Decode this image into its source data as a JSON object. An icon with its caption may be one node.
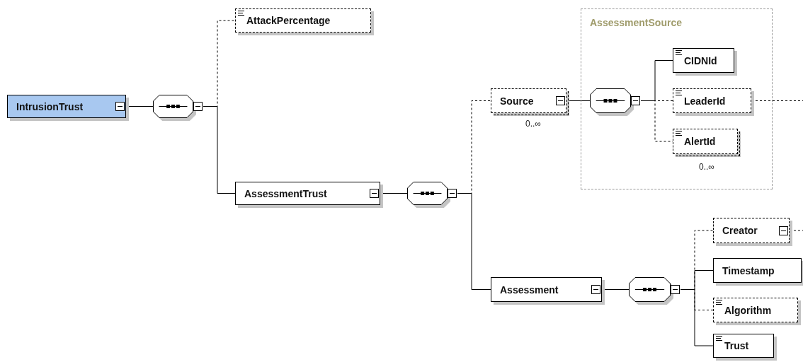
{
  "diagram": {
    "nodes": [
      {
        "text": [
          "IntrusionTrust"
        ]
      },
      {
        "text": [],
        "shape": "octagon"
      },
      {
        "text": [
          "AttackPercentage"
        ]
      },
      {
        "text": [
          "AssessmentTrust"
        ]
      },
      {
        "text": [],
        "shape": "octagon"
      },
      {
        "text": [
          "Source"
        ],
        "beside": [
          "0..∞"
        ]
      },
      {
        "text": [
          "AssessmentSource"
        ]
      },
      {
        "text": [],
        "shape": "octagon",
        "in": 6
      },
      {
        "text": [
          "CIDNId"
        ],
        "in": 6
      },
      {
        "text": [
          "LeaderId"
        ],
        "in": 6
      },
      {
        "text": [
          "AlertId"
        ],
        "in": 6,
        "beside": [
          "0..∞"
        ]
      },
      {
        "text": [
          "Assessment"
        ]
      },
      {
        "text": [],
        "shape": "octagon"
      },
      {
        "text": [
          "Creator"
        ]
      },
      {
        "text": [
          "Timestamp"
        ]
      },
      {
        "text": [
          "Algorithm"
        ]
      },
      {
        "text": [
          "Trust"
        ]
      }
    ],
    "edges": [
      {
        "from": 0,
        "to": 1,
        "arrow": "none"
      },
      {
        "from": 1,
        "to": 2,
        "arrow": "none",
        "style": "dashed"
      },
      {
        "from": 1,
        "to": 3,
        "arrow": "none"
      },
      {
        "from": 3,
        "to": 4,
        "arrow": "none"
      },
      {
        "from": 4,
        "to": 5,
        "arrow": "none",
        "style": "dashed"
      },
      {
        "from": 5,
        "to": 7,
        "arrow": "none"
      },
      {
        "from": 7,
        "to": 8,
        "arrow": "none"
      },
      {
        "from": 7,
        "to": 9,
        "arrow": "none",
        "style": "dashed"
      },
      {
        "from": 7,
        "to": 10,
        "arrow": "none",
        "style": "dashed"
      },
      {
        "from": 9,
        "to": null,
        "arrow": "none",
        "style": "dashed"
      },
      {
        "from": 4,
        "to": 11,
        "arrow": "none"
      },
      {
        "from": 11,
        "to": 12,
        "arrow": "none"
      },
      {
        "from": 12,
        "to": 13,
        "arrow": "none",
        "style": "dashed"
      },
      {
        "from": 12,
        "to": 14,
        "arrow": "none"
      },
      {
        "from": 12,
        "to": 15,
        "arrow": "none",
        "style": "dashed"
      },
      {
        "from": 12,
        "to": 16,
        "arrow": "none"
      },
      {
        "from": 13,
        "to": null,
        "arrow": "none",
        "style": "dashed"
      }
    ]
  }
}
